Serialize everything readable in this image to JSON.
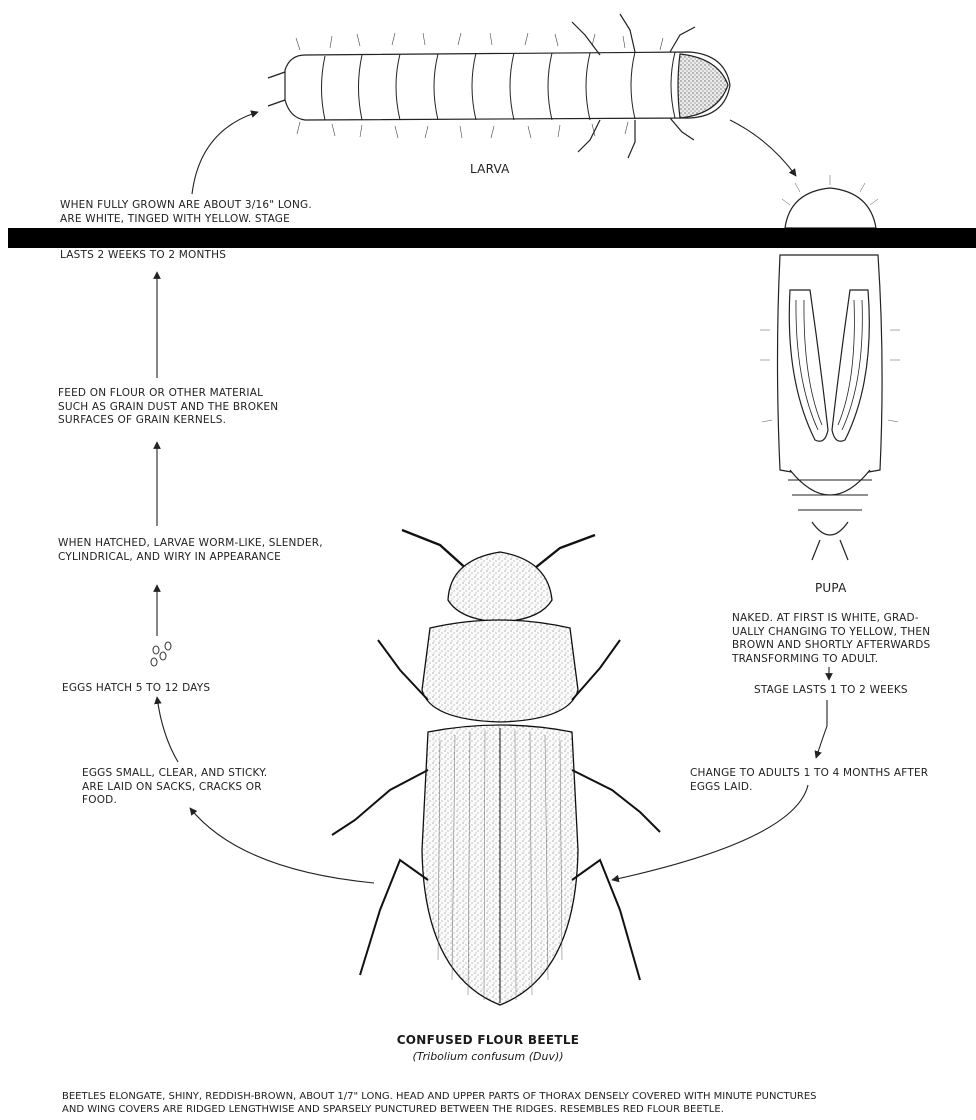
{
  "stages": {
    "larva": {
      "label": "LARVA"
    },
    "pupa": {
      "label": "PUPA"
    }
  },
  "notes": {
    "larva_size": "WHEN FULLY GROWN ARE ABOUT 3/16\" LONG.\nARE WHITE, TINGED WITH YELLOW. STAGE",
    "larva_stage": "LASTS 2 WEEKS TO 2 MONTHS",
    "feed": "FEED ON FLOUR OR OTHER MATERIAL\nSUCH AS GRAIN DUST AND THE BROKEN\nSURFACES OF GRAIN KERNELS.",
    "hatched": "WHEN HATCHED, LARVAE WORM-LIKE, SLENDER,\nCYLINDRICAL, AND WIRY IN APPEARANCE",
    "eggs_hatch": "EGGS HATCH 5 TO 12 DAYS",
    "eggs_small": "EGGS SMALL, CLEAR, AND STICKY.\nARE LAID ON SACKS, CRACKS OR\nFOOD.",
    "pupa_desc": "NAKED. AT FIRST IS WHITE, GRAD-\nUALLY CHANGING TO YELLOW, THEN\nBROWN AND SHORTLY AFTERWARDS\nTRANSFORMING TO ADULT.",
    "pupa_stage": "STAGE LASTS 1 TO 2 WEEKS",
    "adult_change": "CHANGE TO ADULTS 1 TO 4 MONTHS AFTER\nEGGS LAID."
  },
  "title": "CONFUSED FLOUR BEETLE",
  "scientific_name": "(Tribolium confusum (Duv))",
  "description": "BEETLES ELONGATE, SHINY, REDDISH-BROWN, ABOUT 1/7\" LONG. HEAD AND UPPER PARTS OF THORAX DENSELY COVERED WITH MINUTE PUNCTURES\nAND WING COVERS ARE RIDGED LENGTHWISE AND SPARSELY PUNCTURED BETWEEN THE RIDGES. RESEMBLES RED FLOUR BEETLE."
}
